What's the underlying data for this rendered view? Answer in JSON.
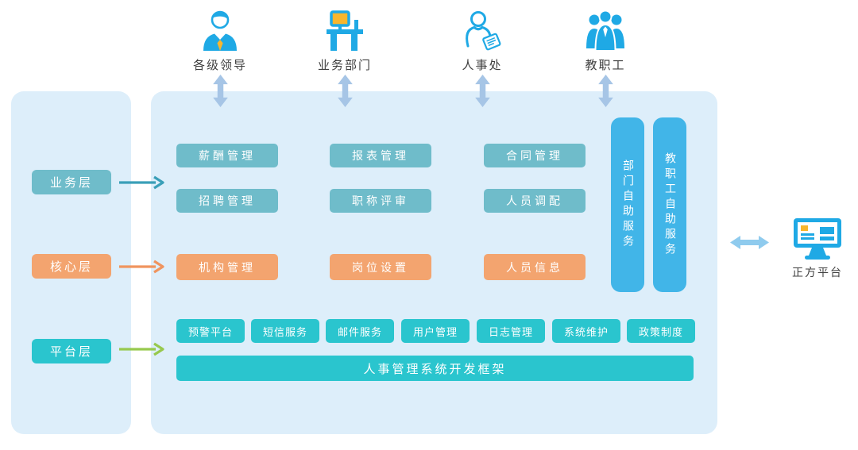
{
  "actors": [
    {
      "label": "各级领导"
    },
    {
      "label": "业务部门"
    },
    {
      "label": "人事处"
    },
    {
      "label": "教职工"
    }
  ],
  "layers": [
    {
      "label": "业务层"
    },
    {
      "label": "核心层"
    },
    {
      "label": "平台层"
    }
  ],
  "business_boxes": [
    "薪酬管理",
    "报表管理",
    "合同管理",
    "招聘管理",
    "职称评审",
    "人员调配"
  ],
  "core_boxes": [
    "机构管理",
    "岗位设置",
    "人员信息"
  ],
  "platform_boxes": [
    "预警平台",
    "短信服务",
    "邮件服务",
    "用户管理",
    "日志管理",
    "系统维护",
    "政策制度"
  ],
  "framework_label": "人事管理系统开发框架",
  "self_services": [
    "部门自助服务",
    "教职工自助服务"
  ],
  "external_platform": {
    "label": "正方平台"
  },
  "colors": {
    "panel": "#ddeefa",
    "teal": "#6fbcca",
    "orange": "#f3a46f",
    "cyan": "#2ac5ce",
    "bar_blue": "#41b5e8",
    "icon_blue": "#1fa9e5",
    "icon_yellow": "#f8b62d",
    "top_arrow": "#a6c5e6",
    "ext_arrow": "#8fcbee",
    "arrow_teal": "#3a9fb8",
    "arrow_orange": "#f0945e",
    "arrow_green": "#97c94e"
  }
}
